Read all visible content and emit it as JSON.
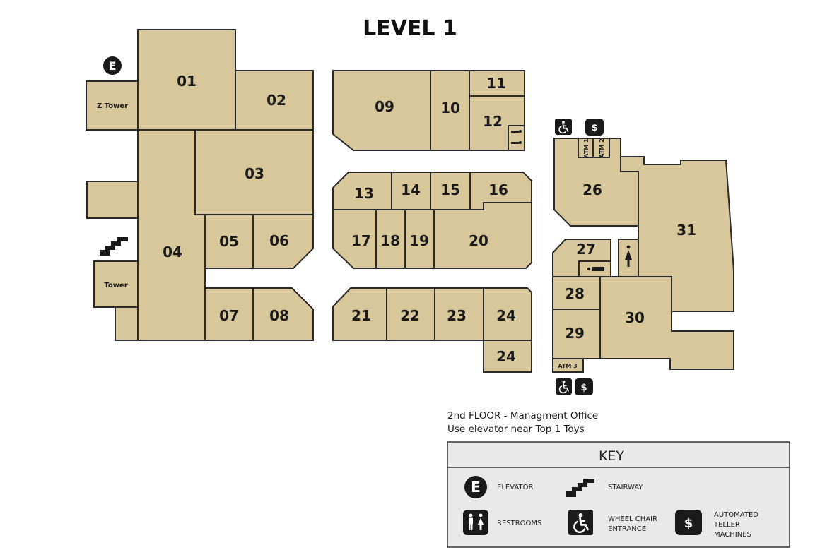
{
  "title": "LEVEL 1",
  "units": {
    "u01": "01",
    "u02": "02",
    "u03": "03",
    "u04": "04",
    "u05": "05",
    "u06": "06",
    "u07": "07",
    "u08": "08",
    "u09": "09",
    "u10": "10",
    "u11": "11",
    "u12": "12",
    "u13": "13",
    "u14": "14",
    "u15": "15",
    "u16": "16",
    "u17": "17",
    "u18": "18",
    "u19": "19",
    "u20": "20",
    "u21": "21",
    "u22": "22",
    "u23": "23",
    "u24a": "24",
    "u24b": "24",
    "u26": "26",
    "u27": "27",
    "u28": "28",
    "u29": "29",
    "u30": "30",
    "u31": "31"
  },
  "labels": {
    "z_tower": "Z Tower",
    "tower": "Tower",
    "atm1": "ATM 1",
    "atm2": "ATM 2",
    "atm3": "ATM 3"
  },
  "icons": {
    "elevator": "elevator-icon",
    "stairway": "stairway-icon",
    "restroom": "restroom-icon",
    "wheelchair": "wheelchair-icon",
    "atm": "dollar-icon"
  },
  "notes": {
    "line1": "2nd FLOOR  - Managment Office",
    "line2": "Use elevator near Top 1 Toys"
  },
  "key": {
    "title": "KEY",
    "elevator_glyph": "E",
    "atm_glyph": "$",
    "elevator": "ELEVATOR",
    "stairway": "STAIRWAY",
    "restrooms": "RESTROOMS",
    "wheelchair_line1": "WHEEL CHAIR",
    "wheelchair_line2": "ENTRANCE",
    "atm_line1": "AUTOMATED",
    "atm_line2": "TELLER",
    "atm_line3": "MACHINES"
  },
  "colors": {
    "unit_fill": "#d8c79a",
    "outline": "#2a2a2a",
    "key_background": "#e9e9ea"
  }
}
